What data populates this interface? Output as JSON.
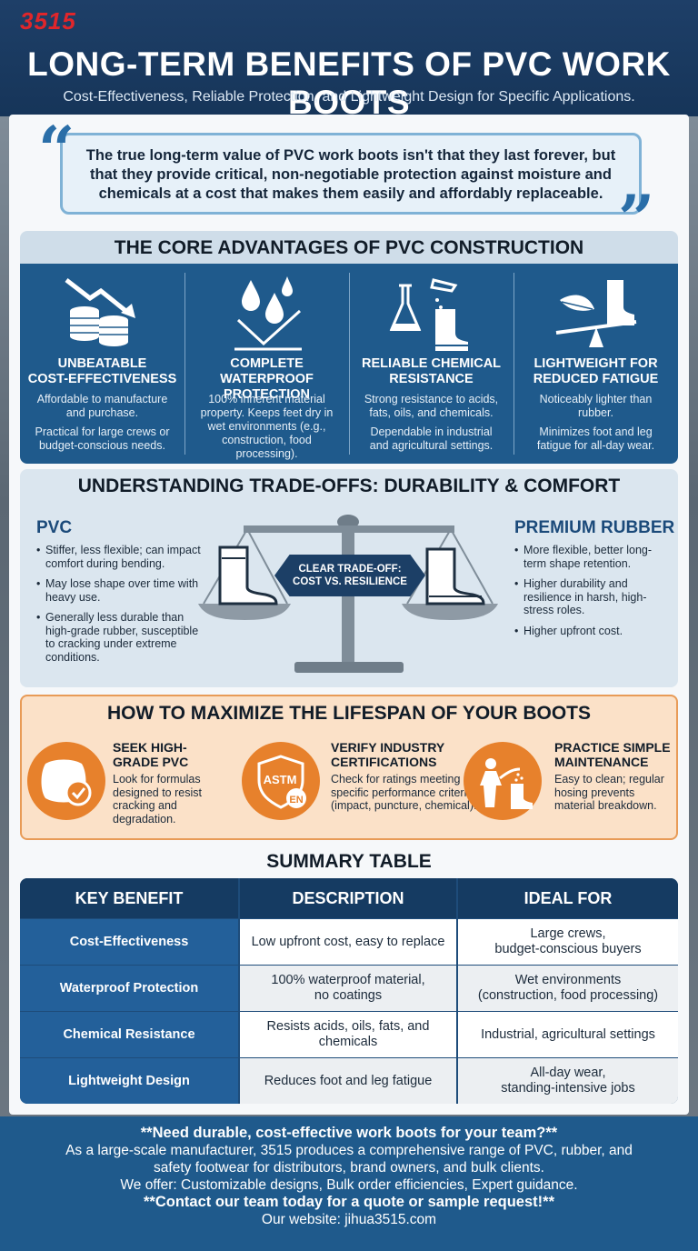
{
  "header": {
    "logo": "3515",
    "title": "LONG-TERM BENEFITS OF PVC WORK BOOTS",
    "subtitle": "Cost-Effectiveness, Reliable Protection, and Lightweight Design for Specific Applications."
  },
  "quote": {
    "line1": "The true long-term value of PVC work boots isn't that they last forever, but",
    "line2": "that they provide critical, non-negotiable protection against moisture and",
    "line3": "chemicals at a cost that makes them easily and affordably replaceable."
  },
  "core": {
    "heading": "THE CORE ADVANTAGES OF PVC CONSTRUCTION",
    "items": [
      {
        "icon": "coins-down-arrow-icon",
        "title_1": "UNBEATABLE",
        "title_2": "COST-EFFECTIVENESS",
        "p1_1": "Affordable to manufacture",
        "p1_2": "and purchase.",
        "p2_1": "Practical for large crews or",
        "p2_2": "budget-conscious needs."
      },
      {
        "icon": "water-drops-check-icon",
        "title_1": "COMPLETE WATERPROOF",
        "title_2": "PROTECTION",
        "p1_1": "100% inherent material",
        "p1_2": "property. Keeps feet dry in",
        "p1_3": "wet environments (e.g.,",
        "p1_4": "construction, food processing)."
      },
      {
        "icon": "lab-flask-boot-icon",
        "title_1": "RELIABLE CHEMICAL",
        "title_2": "RESISTANCE",
        "p1_1": "Strong resistance to acids,",
        "p1_2": "fats, oils, and chemicals.",
        "p2_1": "Dependable in industrial",
        "p2_2": "and agricultural settings."
      },
      {
        "icon": "feather-boot-seesaw-icon",
        "title_1": "LIGHTWEIGHT FOR",
        "title_2": "REDUCED FATIGUE",
        "p1_1": "Noticeably lighter than",
        "p1_2": "rubber.",
        "p2_1": "Minimizes foot and leg",
        "p2_2": "fatigue for all-day wear."
      }
    ]
  },
  "trade": {
    "heading": "UNDERSTANDING TRADE-OFFS: DURABILITY & COMFORT",
    "left_title": "PVC",
    "left_points": [
      "Stiffer, less flexible; can impact comfort during bending.",
      "May lose shape over time with heavy use.",
      "Generally less durable than high-grade rubber, susceptible to cracking under extreme conditions."
    ],
    "right_title": "PREMIUM RUBBER",
    "right_points": [
      "More flexible, better long-term shape retention.",
      "Higher durability and resilience in harsh, high-stress roles.",
      "Higher upfront cost."
    ],
    "banner_1": "CLEAR TRADE-OFF:",
    "banner_2": "COST VS. RESILIENCE"
  },
  "lifespan": {
    "heading": "HOW TO MAXIMIZE THE LIFESPAN OF YOUR BOOTS",
    "items": [
      {
        "icon": "leather-badge-check-icon",
        "title_1": "SEEK HIGH-",
        "title_2": "GRADE PVC",
        "text": "Look for formulas designed to resist cracking and degradation."
      },
      {
        "icon": "astm-en-shield-icon",
        "title_1": "VERIFY INDUSTRY",
        "title_2": "CERTIFICATIONS",
        "text": "Check for ratings meeting specific performance criteria (impact, puncture, chemical)."
      },
      {
        "icon": "person-hosing-boot-icon",
        "title_1": "PRACTICE SIMPLE",
        "title_2": "MAINTENANCE",
        "text": "Easy to clean; regular hosing prevents material breakdown."
      }
    ],
    "astm_text": "ASTM",
    "en_text": "EN"
  },
  "table": {
    "title": "SUMMARY TABLE",
    "headers": [
      "KEY BENEFIT",
      "DESCRIPTION",
      "IDEAL FOR"
    ],
    "rows": [
      {
        "key": "Cost-Effectiveness",
        "desc_1": "Low upfront cost, easy to replace",
        "desc_2": "",
        "ideal_1": "Large crews,",
        "ideal_2": "budget-conscious buyers"
      },
      {
        "key": "Waterproof Protection",
        "desc_1": "100% waterproof material,",
        "desc_2": "no coatings",
        "ideal_1": "Wet environments",
        "ideal_2": "(construction, food processing)"
      },
      {
        "key": "Chemical Resistance",
        "desc_1": "Resists acids, oils, fats, and",
        "desc_2": "chemicals",
        "ideal_1": "Industrial, agricultural settings",
        "ideal_2": ""
      },
      {
        "key": "Lightweight Design",
        "desc_1": "Reduces foot and leg fatigue",
        "desc_2": "",
        "ideal_1": "All-day wear,",
        "ideal_2": "standing-intensive jobs"
      }
    ]
  },
  "footer": {
    "line1": "**Need durable, cost-effective work boots for your team?**",
    "line2": "As a large-scale manufacturer, 3515 produces a comprehensive range of PVC, rubber, and",
    "line3": "safety footwear for distributors, brand owners, and bulk clients.",
    "line4": "We offer: Customizable designs, Bulk order efficiencies, Expert guidance.",
    "line5": "**Contact our team today for a quote or sample request!**",
    "line6": "Our website: jihua3515.com"
  },
  "colors": {
    "navy": "#1e3f68",
    "blue": "#1f5a8c",
    "orange": "#e7812c",
    "logo_red": "#e0262b"
  }
}
